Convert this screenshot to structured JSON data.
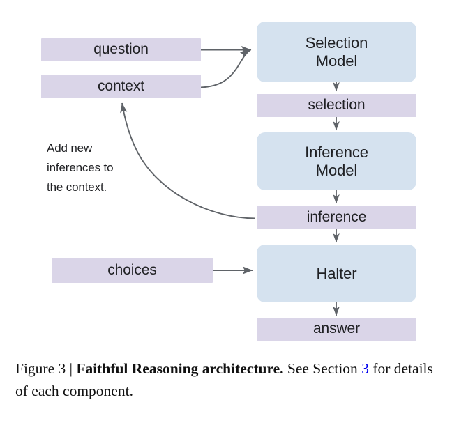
{
  "figure": {
    "title": "Faithful Reasoning architecture",
    "nodes": {
      "question": "question",
      "context": "context",
      "selection_model": "Selection\nModel",
      "selection": "selection",
      "inference_model": "Inference\nModel",
      "inference": "inference",
      "choices": "choices",
      "halter": "Halter",
      "answer": "answer"
    },
    "annotations": {
      "loop_note": "Add new\ninferences to\nthe context."
    },
    "colors": {
      "model_fill": "#d5e2ef",
      "data_fill": "#dad5e8",
      "arrow_stroke": "#5f6368",
      "text": "#202124",
      "reference_link": "#0000ee"
    }
  },
  "caption": {
    "prefix": "Figure 3 | ",
    "bold": "Faithful Reasoning architecture.",
    "after_bold": " See Section ",
    "reference": "3",
    "suffix": " for details of each component."
  }
}
